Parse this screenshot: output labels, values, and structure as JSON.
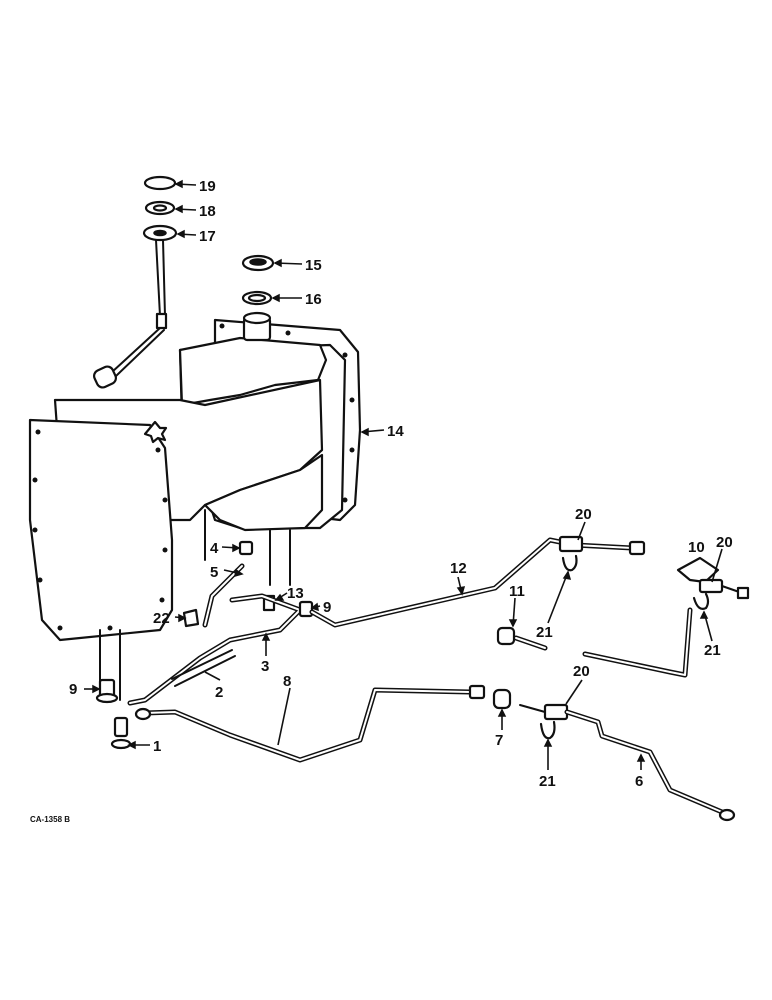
{
  "drawing_code": "CA-1358 B",
  "callouts": [
    {
      "id": "c1",
      "label": "1"
    },
    {
      "id": "c2",
      "label": "2"
    },
    {
      "id": "c3",
      "label": "3"
    },
    {
      "id": "c4",
      "label": "4"
    },
    {
      "id": "c5",
      "label": "5"
    },
    {
      "id": "c6",
      "label": "6"
    },
    {
      "id": "c7",
      "label": "7"
    },
    {
      "id": "c8",
      "label": "8"
    },
    {
      "id": "c9a",
      "label": "9"
    },
    {
      "id": "c9b",
      "label": "9"
    },
    {
      "id": "c10",
      "label": "10"
    },
    {
      "id": "c11",
      "label": "11"
    },
    {
      "id": "c12",
      "label": "12"
    },
    {
      "id": "c13",
      "label": "13"
    },
    {
      "id": "c14",
      "label": "14"
    },
    {
      "id": "c15",
      "label": "15"
    },
    {
      "id": "c16",
      "label": "16"
    },
    {
      "id": "c17",
      "label": "17"
    },
    {
      "id": "c18",
      "label": "18"
    },
    {
      "id": "c19",
      "label": "19"
    },
    {
      "id": "c20a",
      "label": "20"
    },
    {
      "id": "c20b",
      "label": "20"
    },
    {
      "id": "c20c",
      "label": "20"
    },
    {
      "id": "c21a",
      "label": "21"
    },
    {
      "id": "c21b",
      "label": "21"
    },
    {
      "id": "c21c",
      "label": "21"
    },
    {
      "id": "c22",
      "label": "22"
    }
  ]
}
